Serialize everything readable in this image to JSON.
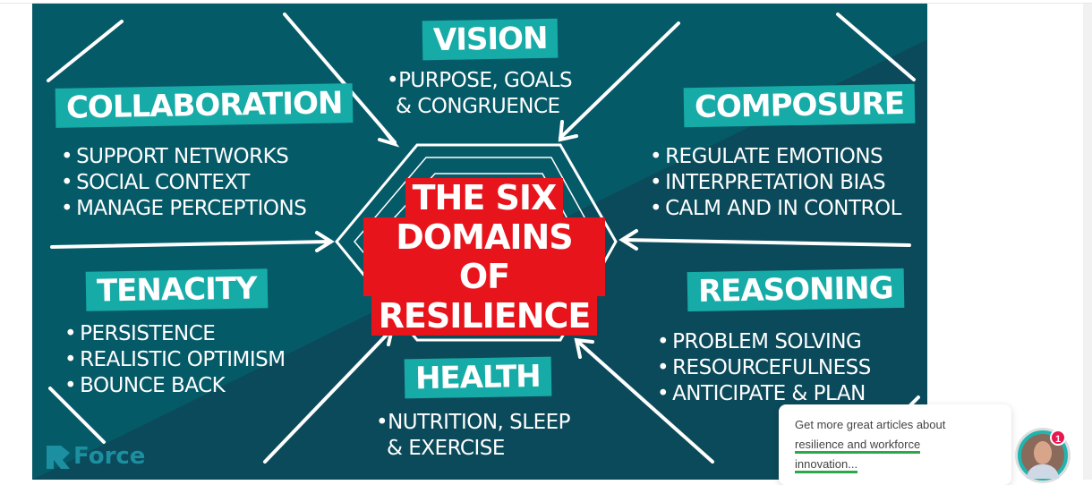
{
  "infographic": {
    "title_lines": [
      "THE SIX",
      "DOMAINS OF",
      "RESILIENCE"
    ],
    "domains": [
      {
        "name": "VISION",
        "items": [
          "•PURPOSE, GOALS",
          "& CONGRUENCE"
        ]
      },
      {
        "name": "COLLABORATION",
        "items": [
          "SUPPORT NETWORKS",
          "SOCIAL CONTEXT",
          "MANAGE PERCEPTIONS"
        ]
      },
      {
        "name": "COMPOSURE",
        "items": [
          "REGULATE EMOTIONS",
          "INTERPRETATION BIAS",
          "CALM AND IN CONTROL"
        ]
      },
      {
        "name": "TENACITY",
        "items": [
          "PERSISTENCE",
          "REALISTIC OPTIMISM",
          "BOUNCE BACK"
        ]
      },
      {
        "name": "REASONING",
        "items": [
          "PROBLEM SOLVING",
          "RESOURCEFULNESS",
          "ANTICIPATE & PLAN"
        ]
      },
      {
        "name": "HEALTH",
        "items": [
          "•NUTRITION, SLEEP",
          "& EXERCISE"
        ]
      }
    ],
    "logo": "Force",
    "colors": {
      "bg": "#055a68",
      "label": "#17aba8",
      "title": "#e8141c"
    }
  },
  "popup": {
    "line1": "Get more great articles about",
    "line2": "resilience and workforce",
    "line3": "innovation..."
  },
  "chat": {
    "badge": "1"
  }
}
